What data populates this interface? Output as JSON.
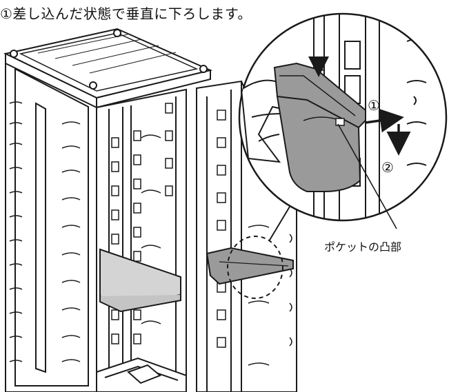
{
  "instruction": "①差し込んだ状態で垂直に下ろします。",
  "callout": {
    "label": "ポケットの凸部"
  },
  "steps": {
    "one": "①",
    "two": "②"
  },
  "colors": {
    "line": "#1a1a1a",
    "pocket_fill": "#9a9a9a",
    "shelf_fill": "#d4d4d4",
    "cabinet_fill": "#ffffff"
  },
  "icons": {
    "push_arrow": "arrow-right-icon",
    "down_arrow": "arrow-down-icon"
  }
}
